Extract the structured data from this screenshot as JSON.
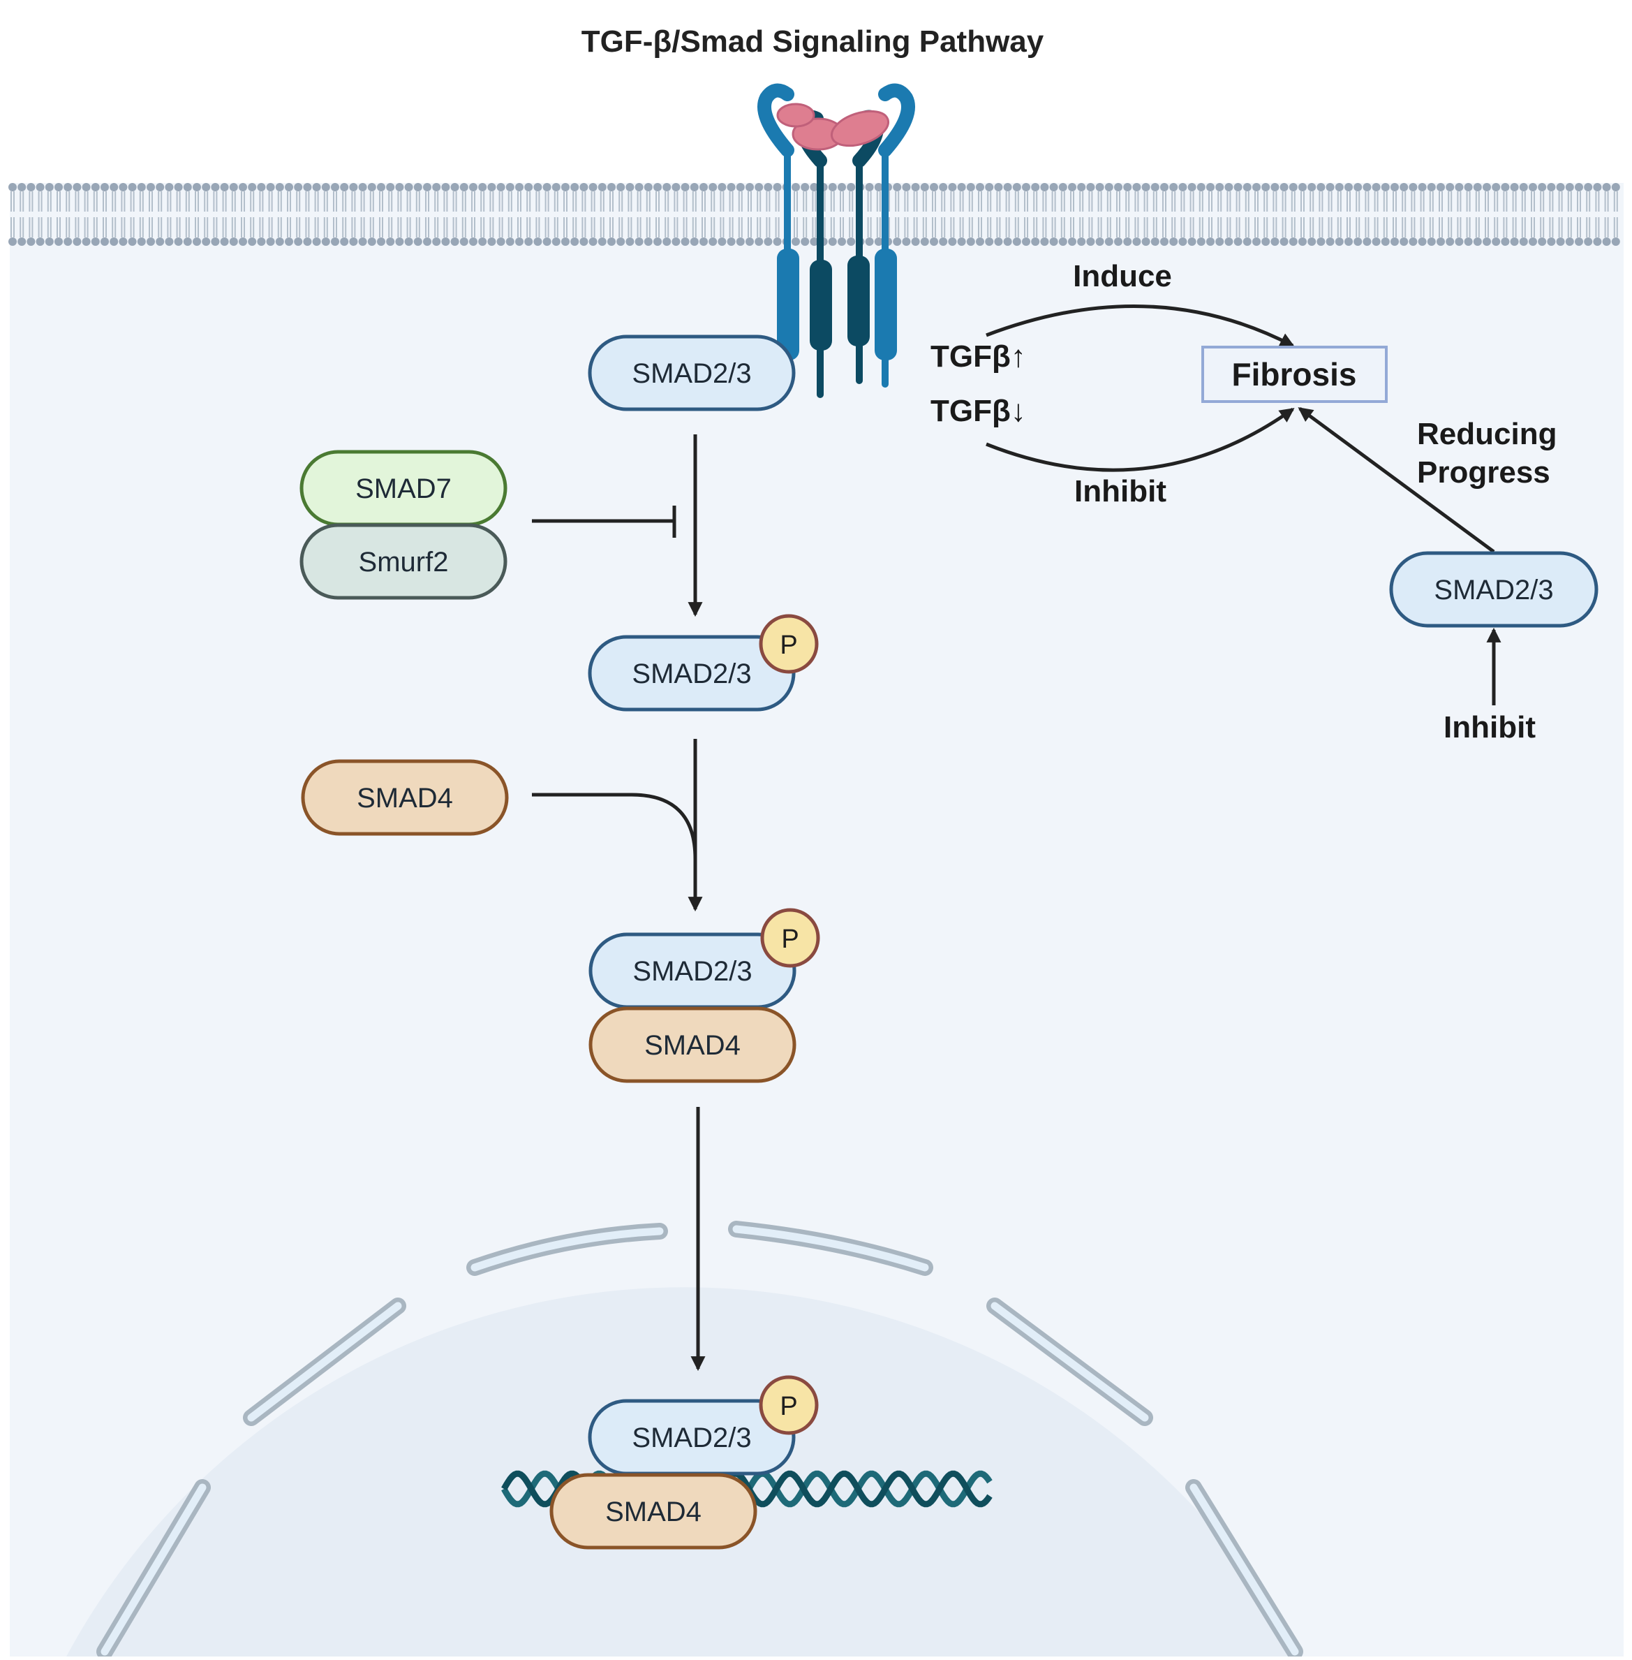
{
  "title": "TGF-β/Smad Signaling Pathway",
  "labels": {
    "smad23_receptor": "SMAD2/3",
    "smad7": "SMAD7",
    "smurf2": "Smurf2",
    "smad23_phospho": "SMAD2/3",
    "smad4_free": "SMAD4",
    "smad23_complex": "SMAD2/3",
    "smad4_complex": "SMAD4",
    "smad23_nuclear": "SMAD2/3",
    "smad4_nuclear": "SMAD4",
    "phospho_1": "P",
    "phospho_2": "P",
    "phospho_3": "P",
    "smad23_right": "SMAD2/3"
  },
  "fibrosis": {
    "box_label": "Fibrosis",
    "induce": "Induce",
    "inhibit_top": "Inhibit",
    "tgfb_up": "TGFβ↑",
    "tgfb_down": "TGFβ↓",
    "reducing_line1": "Reducing",
    "reducing_line2": "Progress",
    "inhibit_bottom": "Inhibit"
  },
  "colors": {
    "smad23_fill": "#dcebf8",
    "smad23_stroke": "#2e5a82",
    "smad7_fill": "#e2f5da",
    "smad7_stroke": "#4a7a32",
    "smurf2_fill": "#d8e6e2",
    "smurf2_stroke": "#4a5a58",
    "smad4_fill": "#efd9bd",
    "smad4_stroke": "#8a5428",
    "phospho_fill": "#f7e4a6",
    "phospho_stroke": "#8a4a40",
    "cytoplasm": "#f1f5fa",
    "nucleus": "#e6edf5",
    "membrane": "#98a6b6",
    "receptor_light": "#1b7ab0",
    "receptor_dark": "#0c4a62",
    "ligand": "#de7e90",
    "dna": "#1e6a78",
    "fibrosis_box_fill": "#eef3fa",
    "fibrosis_box_stroke": "#93a9d6"
  }
}
